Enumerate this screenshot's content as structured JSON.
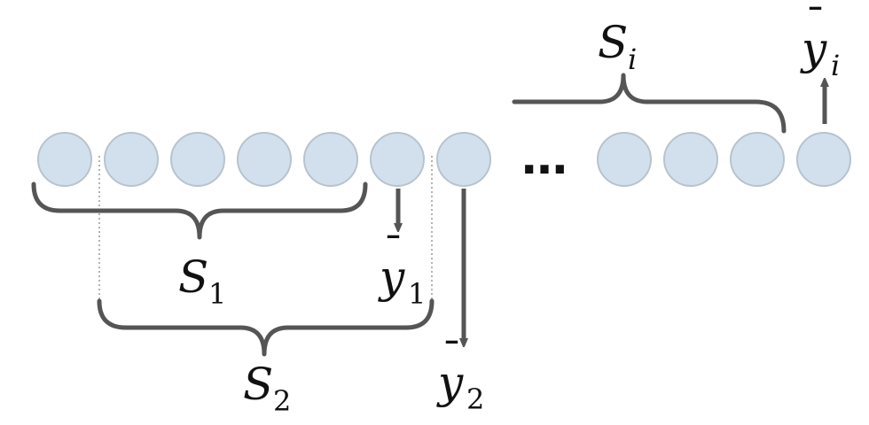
{
  "sequence": {
    "token_fill": "#d2e0ee",
    "token_stroke": "#b8c3cc",
    "ellipsis": "…"
  },
  "style": {
    "brace_color": "#555555",
    "arrow_color": "#555555",
    "guide_color": "#9a9a9a"
  },
  "windows": [
    {
      "symbol": "S",
      "index": "1"
    },
    {
      "symbol": "S",
      "index": "2"
    },
    {
      "symbol": "S",
      "index": "i"
    }
  ],
  "outputs": [
    {
      "symbol": "y",
      "bar": "¯",
      "index": "1"
    },
    {
      "symbol": "y",
      "bar": "¯",
      "index": "2"
    },
    {
      "symbol": "y",
      "bar": "¯",
      "index": "i"
    }
  ]
}
